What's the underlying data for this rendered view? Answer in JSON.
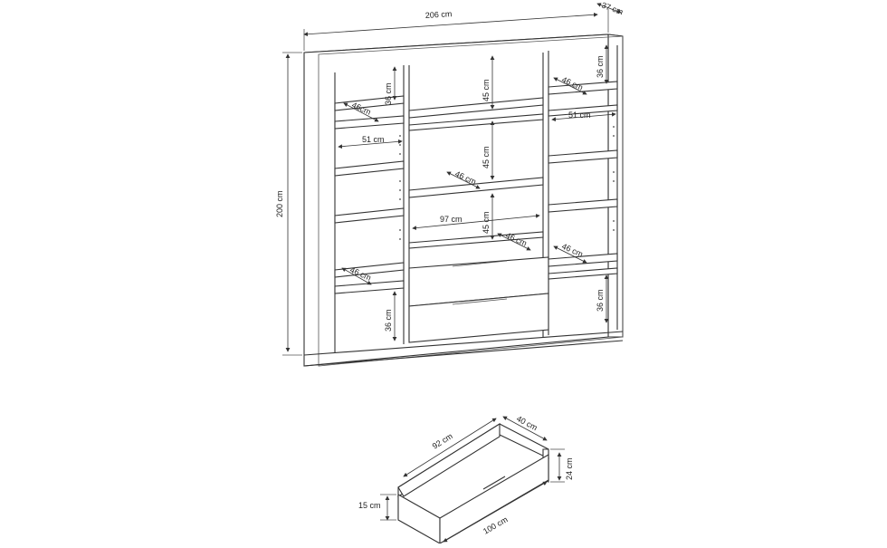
{
  "wardrobe": {
    "width": "206 cm",
    "depth": "37 cm",
    "height": "200 cm",
    "left_top_shelf_h": "36 cm",
    "left_shelf_d": "46cm",
    "left_shelf_w": "51 cm",
    "left_lower_shelf_d": "46 cm",
    "left_bottom_h": "36 cm",
    "center_h1": "45 cm",
    "center_h2": "45 cm",
    "center_h3": "45 cm",
    "center_shelf_d1": "46 cm",
    "center_shelf_d2": "46 cm",
    "center_shelf_w": "97 cm",
    "right_top_shelf_h": "36 cm",
    "right_shelf_d": "46 cm",
    "right_shelf_w": "51 cm",
    "right_lower_shelf_d": "46 cm",
    "right_bottom_h": "36 cm"
  },
  "drawer": {
    "depth_inner": "92 cm",
    "depth": "40 cm",
    "height_back": "24 cm",
    "height_front": "15 cm",
    "width": "100 cm"
  }
}
